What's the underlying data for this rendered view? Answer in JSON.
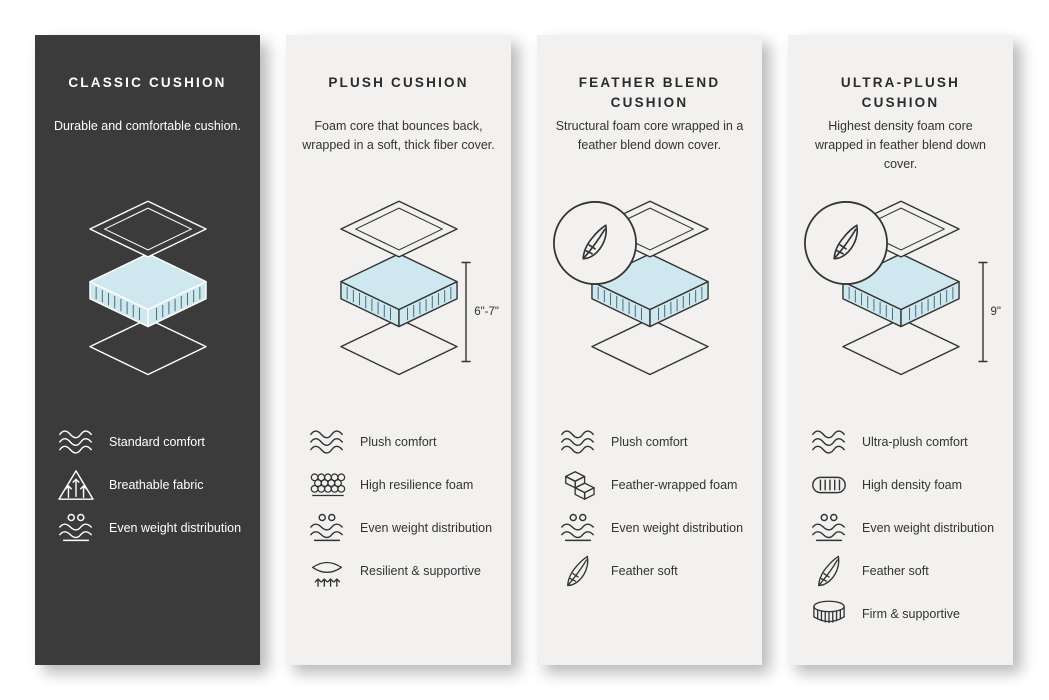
{
  "colors": {
    "page_bg": "#ffffff",
    "dark_card_bg": "#3b3b3b",
    "light_card_bg": "#f2f1ef",
    "cushion_fill": "#cfe8ef"
  },
  "cards": [
    {
      "title": "CLASSIC CUSHION",
      "description": "Durable and comfortable cushion.",
      "theme": "dark",
      "features": [
        {
          "icon": "waves-icon",
          "label": "Standard comfort"
        },
        {
          "icon": "breathable-icon",
          "label": "Breathable fabric"
        },
        {
          "icon": "distribution-icon",
          "label": "Even weight distribution"
        }
      ]
    },
    {
      "title": "PLUSH CUSHION",
      "description": "Foam core that bounces back, wrapped in a soft, thick fiber cover.",
      "theme": "light",
      "measurement": "6\"-7\"",
      "features": [
        {
          "icon": "waves-icon",
          "label": "Plush comfort"
        },
        {
          "icon": "foam-cells-icon",
          "label": "High resilience foam"
        },
        {
          "icon": "distribution-icon",
          "label": "Even weight distribution"
        },
        {
          "icon": "spring-icon",
          "label": "Resilient & supportive"
        }
      ]
    },
    {
      "title": "FEATHER BLEND CUSHION",
      "description": "Structural foam core wrapped in a feather blend down cover.",
      "theme": "light",
      "has_feather_badge": true,
      "features": [
        {
          "icon": "waves-icon",
          "label": "Plush comfort"
        },
        {
          "icon": "bricks-icon",
          "label": "Feather-wrapped foam"
        },
        {
          "icon": "distribution-icon",
          "label": "Even weight distribution"
        },
        {
          "icon": "feather-icon",
          "label": "Feather soft"
        }
      ]
    },
    {
      "title": "ULTRA-PLUSH CUSHION",
      "description": "Highest density foam core wrapped in feather blend down cover.",
      "theme": "light",
      "measurement": "9\"",
      "has_feather_badge": true,
      "features": [
        {
          "icon": "waves-icon",
          "label": "Ultra-plush comfort"
        },
        {
          "icon": "density-icon",
          "label": "High density foam"
        },
        {
          "icon": "distribution-icon",
          "label": "Even weight distribution"
        },
        {
          "icon": "feather-icon",
          "label": "Feather soft"
        },
        {
          "icon": "firm-icon",
          "label": "Firm & supportive"
        }
      ]
    }
  ]
}
